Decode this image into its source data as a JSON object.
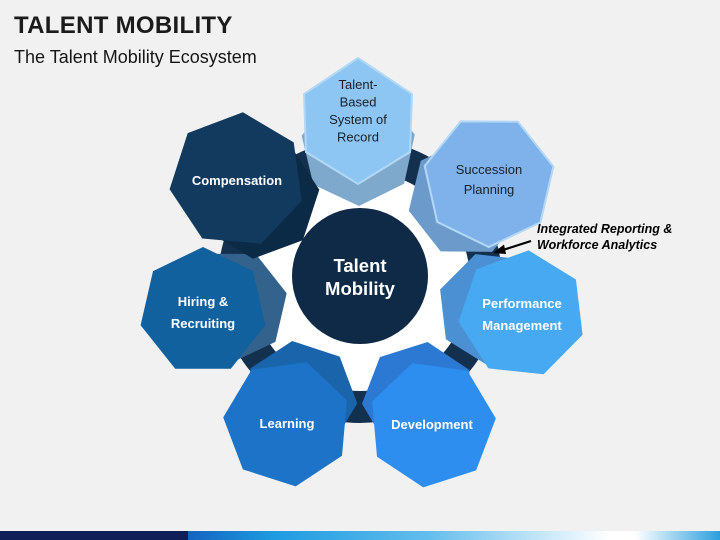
{
  "slide": {
    "title": "TALENT MOBILITY",
    "subtitle": "The Talent Mobility Ecosystem",
    "background_color": "#F1F1F2"
  },
  "diagram": {
    "center": {
      "lines": [
        "Talent",
        "Mobility"
      ],
      "color": "#0F2A46",
      "text_color": "#FFFFFF"
    },
    "ring_color": "#14304F",
    "inner_background": "#FFFFFF",
    "annotation": {
      "lines": [
        "Integrated Reporting &",
        "Workforce Analytics"
      ],
      "color": "#000000"
    },
    "nodes": [
      {
        "id": "talent-based-system-of-record",
        "lines": [
          "Talent-",
          "Based",
          "System of",
          "Record"
        ],
        "color": "#8EC6F3",
        "shadow_color": "#7FA9CC",
        "text_color": "#17202B"
      },
      {
        "id": "succession-planning",
        "lines": [
          "Succession",
          "Planning"
        ],
        "color": "#7FB2EA",
        "shadow_color": "#6B9ACB",
        "text_color": "#17202B"
      },
      {
        "id": "performance-management",
        "lines": [
          "Performance",
          "Management"
        ],
        "color": "#47A9F2",
        "shadow_color": "#4B90D2",
        "text_color": "#FFFFFF"
      },
      {
        "id": "development",
        "lines": [
          "Development"
        ],
        "color": "#2E8EF0",
        "shadow_color": "#2B79D2",
        "text_color": "#FFFFFF"
      },
      {
        "id": "learning",
        "lines": [
          "Learning"
        ],
        "color": "#1C73C8",
        "shadow_color": "#1A64AC",
        "text_color": "#FFFFFF"
      },
      {
        "id": "hiring-recruiting",
        "lines": [
          "Hiring &",
          "Recruiting"
        ],
        "color": "#11619F",
        "shadow_color": "#33628D",
        "text_color": "#FFFFFF"
      },
      {
        "id": "compensation",
        "lines": [
          "Compensation"
        ],
        "color": "#123A5E",
        "shadow_color": "#0B2A45",
        "text_color": "#FFFFFF"
      }
    ]
  },
  "footer": {
    "left_color": "#101F57",
    "gradient_colors": [
      "#1464BE",
      "#1E9BE0",
      "#63BDEC",
      "#FFFFFF",
      "#2D9FDF"
    ]
  }
}
